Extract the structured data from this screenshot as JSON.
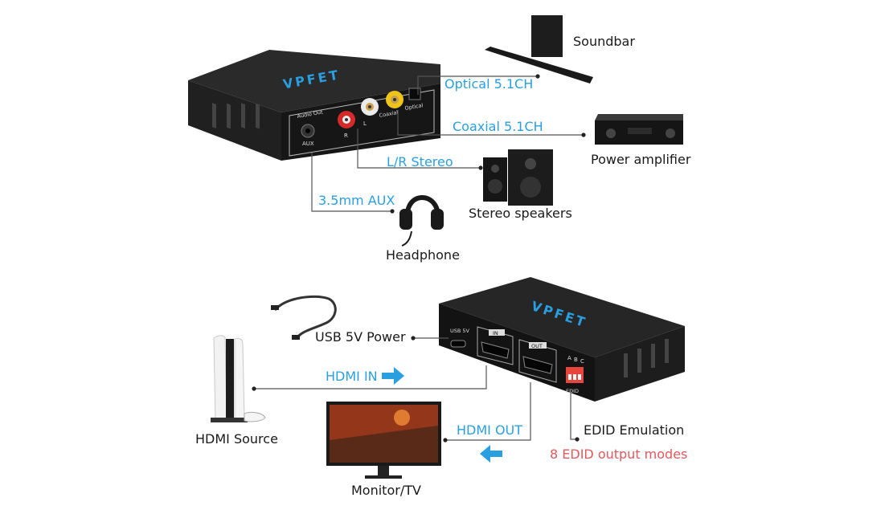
{
  "brand": "VPFET",
  "colors": {
    "connector_blue": "#2a9fe0",
    "edid_red": "#e2585c",
    "device_black": "#1b1b1b",
    "rca_red": "#d42a2a",
    "rca_white": "#eaeaea",
    "rca_yellow": "#f0c419",
    "dip_switch_red": "#e8453c"
  },
  "audio_box": {
    "port_labels": [
      "AUX",
      "R",
      "L",
      "Coaxial",
      "Optical"
    ],
    "panel_label": "Audio Out"
  },
  "audio_connections": [
    {
      "label": "Optical 5.1CH",
      "device": "Soundbar"
    },
    {
      "label": "Coaxial 5.1CH",
      "device": "Power amplifier"
    },
    {
      "label": "L/R Stereo",
      "device": "Stereo speakers"
    },
    {
      "label": "3.5mm AUX",
      "device": "Headphone"
    }
  ],
  "video_box": {
    "port_labels": {
      "usb": "USB 5V",
      "hdmi_in": "IN",
      "hdmi_out": "OUT",
      "edid": "EDID"
    },
    "dip_labels": [
      "A",
      "B",
      "C"
    ]
  },
  "video_connections": {
    "usb_power": "USB 5V Power",
    "hdmi_in": "HDMI IN",
    "hdmi_source": "HDMI Source",
    "hdmi_out": "HDMI OUT",
    "monitor": "Monitor/TV",
    "edid_title": "EDID Emulation",
    "edid_modes": "8 EDID output modes"
  }
}
